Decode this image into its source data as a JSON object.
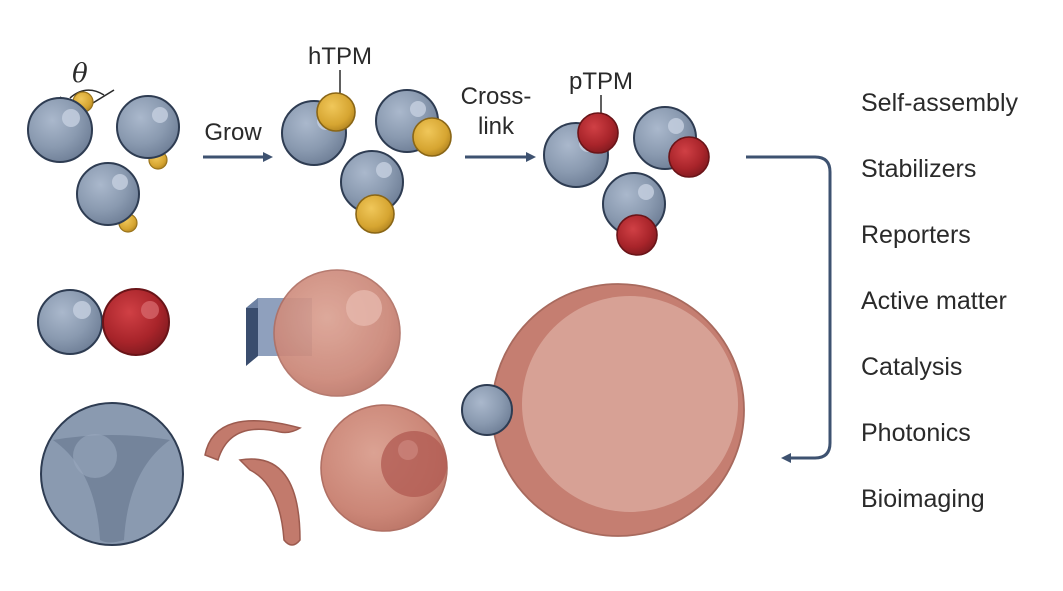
{
  "steps": {
    "theta": "θ",
    "grow": "Grow",
    "htpm": "hTPM",
    "cross_line1": "Cross-",
    "cross_line2": "link",
    "ptpm": "pTPM"
  },
  "applications": [
    "Self-assembly",
    "Stabilizers",
    "Reporters",
    "Active matter",
    "Catalysis",
    "Photonics",
    "Bioimaging"
  ],
  "colors": {
    "silica": "#8a9ab0",
    "silica_dark": "#5b6b82",
    "gold": "#d8a935",
    "gold_dark": "#a77c1b",
    "red": "#a8242a",
    "red_dark": "#7a1a1e",
    "pink": "#cf8a7c",
    "pink_dark": "#a8685c",
    "arrow": "#3e5270",
    "outline": "#2e3c52"
  }
}
